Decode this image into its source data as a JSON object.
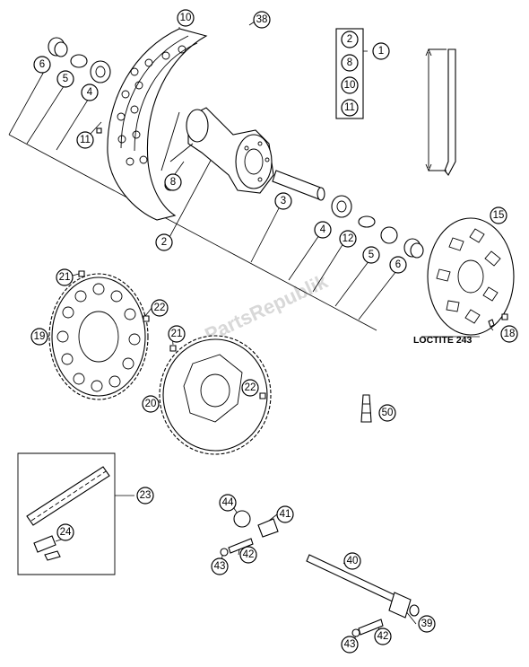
{
  "callouts": {
    "c10": "10",
    "c38": "38",
    "c1": "1",
    "k2": "2",
    "k8": "8",
    "k10": "10",
    "k11": "11",
    "c6a": "6",
    "c5a": "5",
    "c4a": "4",
    "c11": "11",
    "c8": "8",
    "c3": "3",
    "c2": "2",
    "c4b": "4",
    "c12": "12",
    "c5b": "5",
    "c6b": "6",
    "c15": "15",
    "c18": "18",
    "c21a": "21",
    "c22a": "22",
    "c19": "19",
    "c21b": "21",
    "c22b": "22",
    "c20": "20",
    "c50": "50",
    "c23": "23",
    "c24": "24",
    "c44": "44",
    "c41": "41",
    "c42a": "42",
    "c43a": "43",
    "c40": "40",
    "c39": "39",
    "c42b": "42",
    "c43b": "43"
  },
  "note": "LOCTITE 243",
  "watermark": "PartsRepublik"
}
